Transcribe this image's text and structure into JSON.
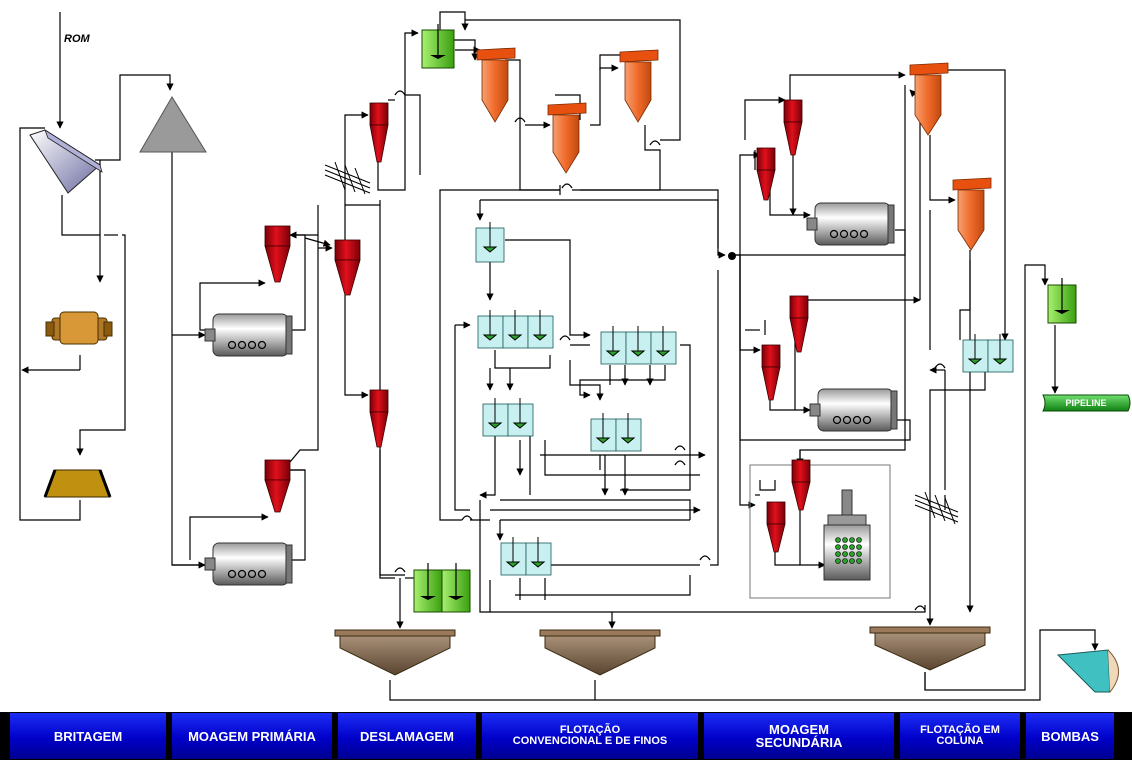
{
  "flowsheet": {
    "rom_label": "ROM",
    "pipeline_label": "PIPELINE"
  },
  "navbar": {
    "buttons": [
      {
        "id": "britagem",
        "lines": [
          "BRITAGEM"
        ]
      },
      {
        "id": "moagem-primaria",
        "lines": [
          "MOAGEM PRIMÁRIA"
        ]
      },
      {
        "id": "deslamagem",
        "lines": [
          "DESLAMAGEM"
        ]
      },
      {
        "id": "flotacao-convencional",
        "lines": [
          "FLOTAÇÃO",
          "CONVENCIONAL  E DE FINOS"
        ]
      },
      {
        "id": "moagem-secundaria",
        "lines": [
          "MOAGEM",
          "SECUNDÁRIA"
        ]
      },
      {
        "id": "flotacao-coluna",
        "lines": [
          "FLOTAÇÃO EM",
          "COLUNA"
        ]
      },
      {
        "id": "bombas",
        "lines": [
          "BOMBAS"
        ]
      }
    ]
  },
  "colors": {
    "hydrocyclone": "#c00010",
    "column_cell": "#f06a2a",
    "conditioner_tank": "#52c41a",
    "flotation_cell": "#c8f0f0",
    "thickener": "#7a6450",
    "crusher": "#b8860b",
    "nav_button": "#0a14e0"
  }
}
